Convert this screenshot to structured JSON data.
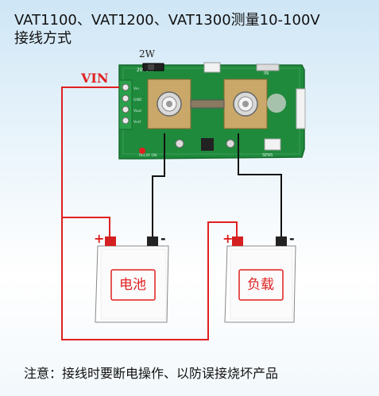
{
  "title": {
    "line1": "VAT1100、VAT1200、VAT1300测量10-100V",
    "line2": "接线方式"
  },
  "board": {
    "vin_label": "VIN",
    "jumper_label": "2W",
    "jumper_options": "2W 3W",
    "silk_small": "IN",
    "silk_left": [
      "Vin",
      "GND",
      "Vout",
      "Vref"
    ],
    "relay_label": "RELAY ON",
    "sens_label": "SENS"
  },
  "battery": {
    "label": "电池",
    "plus": "+",
    "minus": "-"
  },
  "load": {
    "label": "负载",
    "plus": "+",
    "minus": "-"
  },
  "footer": "注意：接线时要断电操作、以防误接烧坏产品",
  "colors": {
    "pcb": "#1f8a3c",
    "wire_red": "#e02020",
    "wire_black": "#111111",
    "terminal_red": "#d42020",
    "label_red": "#e02020"
  }
}
